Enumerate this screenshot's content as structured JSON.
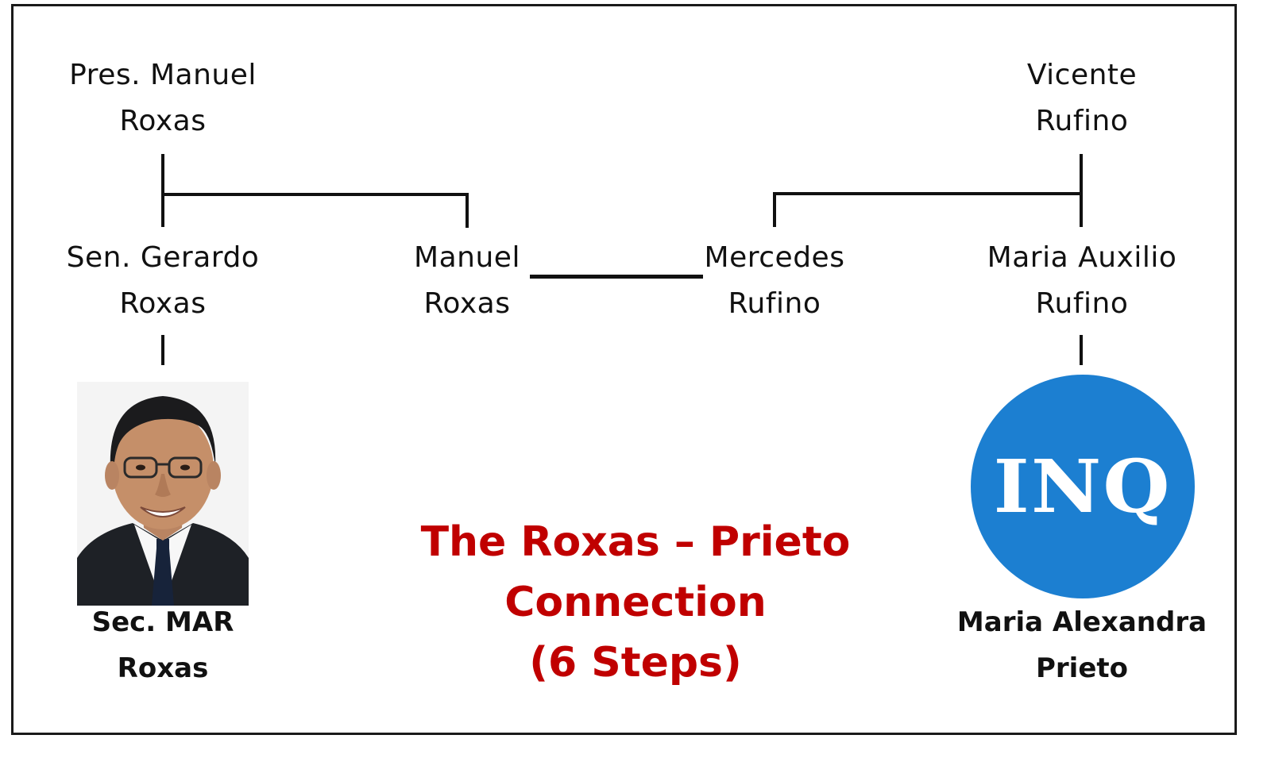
{
  "nodes": {
    "pres_manuel": [
      "Pres. Manuel",
      "Roxas"
    ],
    "vicente": [
      "Vicente",
      "Rufino"
    ],
    "gerardo": [
      "Sen. Gerardo",
      "Roxas"
    ],
    "manuel": [
      "Manuel",
      "Roxas"
    ],
    "mercedes": [
      "Mercedes",
      "Rufino"
    ],
    "maria_auxilio": [
      "Maria Auxilio",
      "Rufino"
    ],
    "mar": [
      "Sec. MAR",
      "Roxas"
    ],
    "maria_alexandra": [
      "Maria Alexandra",
      "Prieto"
    ]
  },
  "title": [
    "The Roxas – Prieto",
    "Connection",
    "(6 Steps)"
  ],
  "logo": {
    "text": "INQ",
    "color": "#1c7fd1"
  },
  "colors": {
    "title": "#c00000",
    "text": "#111111",
    "line": "#111111"
  },
  "icons": {
    "photo": "man-portrait-photo",
    "logo": "inquirer-logo"
  }
}
